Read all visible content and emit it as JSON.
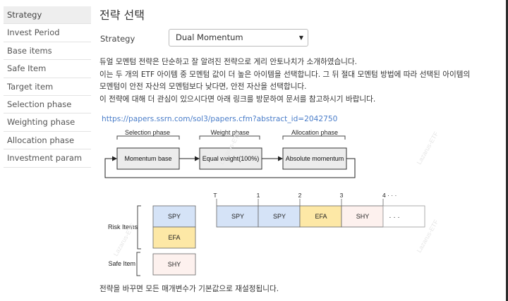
{
  "sidebar": {
    "items": [
      {
        "label": "Strategy",
        "active": true
      },
      {
        "label": "Invest Period"
      },
      {
        "label": "Base items"
      },
      {
        "label": "Safe Item"
      },
      {
        "label": "Target item"
      },
      {
        "label": "Selection phase"
      },
      {
        "label": "Weighting phase"
      },
      {
        "label": "Allocation phase"
      },
      {
        "label": "Investment param"
      }
    ]
  },
  "main": {
    "title": "전략 선택",
    "strategy_label": "Strategy",
    "strategy_value": "Dual Momentum",
    "description": [
      "듀얼 모멘텀 전략은 단순하고 잘 알려진 전략으로 게리 안토나치가 소개하였습니다.",
      "이는 두 개의 ETF 아이템 중 모멘텀 값이 더 높은 아이템을 선택합니다. 그 뒤 절대 모멘텀 방법에 따라 선택된 아이템의",
      "모멘텀이 안전 자산의 모멘텀보다 낮다면, 안전 자산을 선택합니다.",
      "이 전략에 대해 더 관심이 있으시다면 아래 링크를 방문하여 문서를 참고하시기 바랍니다."
    ],
    "link": "https://papers.ssrn.com/sol3/papers.cfm?abstract_id=2042750",
    "footer_note": "전략을 바꾸면 모든 매개변수가 기본값으로 재설정됩니다."
  },
  "diagram": {
    "phases": [
      {
        "label": "Selection phase",
        "box": "Momentum base"
      },
      {
        "label": "Weight phase",
        "box": "Equal weight(100%)"
      },
      {
        "label": "Allocation phase",
        "box": "Absolute momentum"
      }
    ],
    "risk_label": "Risk Items",
    "safe_label": "Safe Item",
    "risk_items": [
      "SPY",
      "EFA"
    ],
    "safe_item": "SHY",
    "timeline_ticks": [
      "T",
      "1",
      "2",
      "3",
      "4 · · ·"
    ],
    "timeline": [
      "SPY",
      "SPY",
      "EFA",
      "SHY",
      "· · ·"
    ],
    "colors": {
      "spy": "#d5e3f7",
      "efa": "#fde8a6",
      "shy": "#fdf1ee",
      "empty": "#ffffff"
    }
  },
  "watermark": "Lazarus-ETF"
}
